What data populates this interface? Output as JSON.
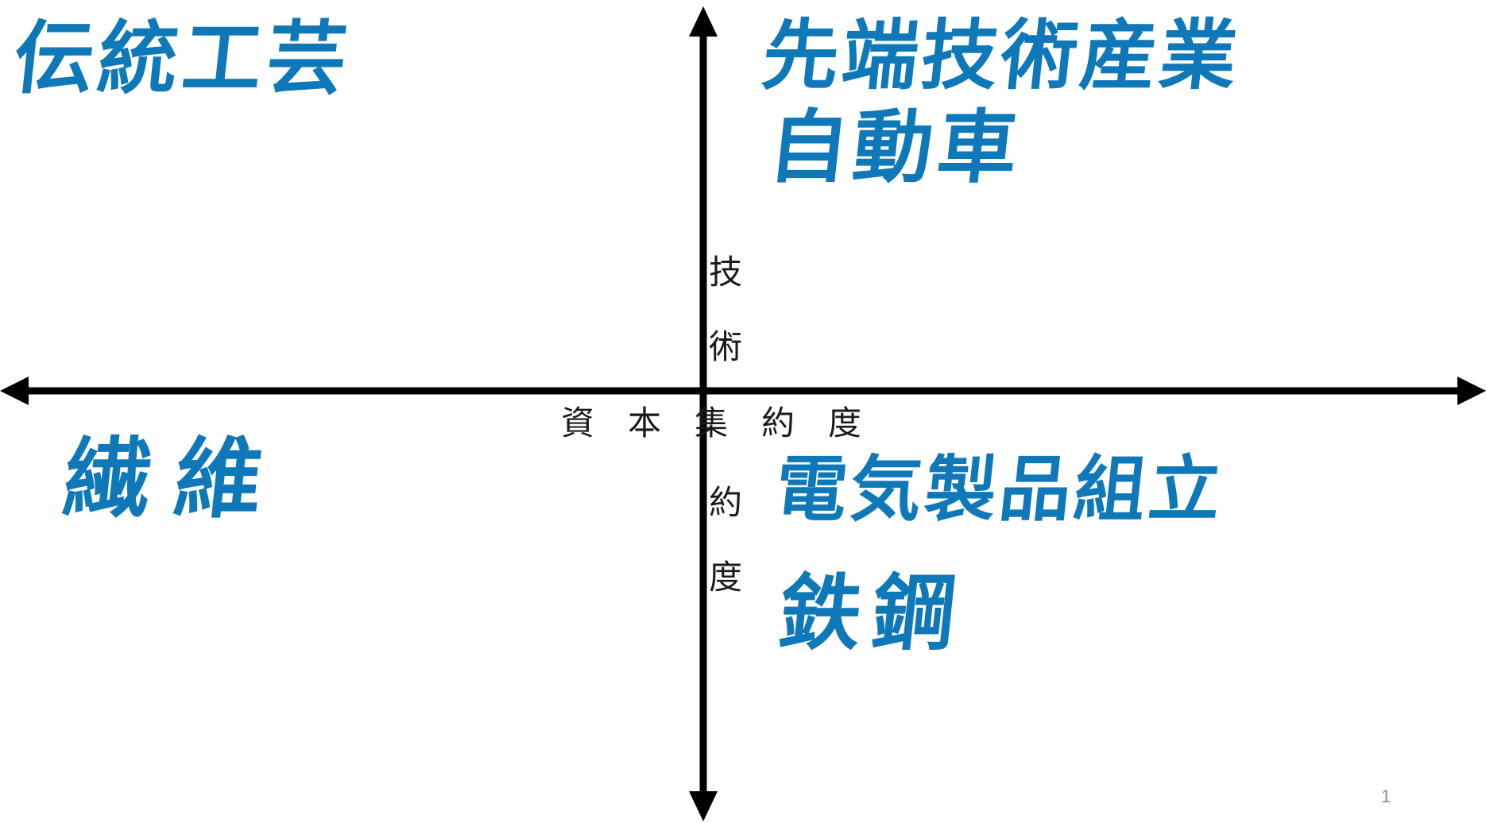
{
  "quadrants": {
    "top_left": [
      "伝統工芸"
    ],
    "top_right": [
      "先端技術産業",
      "自動車"
    ],
    "bottom_left": [
      "繊維"
    ],
    "bottom_right": [
      "電気製品組立",
      "鉄鋼"
    ]
  },
  "axes": {
    "horizontal_label": "資　本　集　約　度",
    "vertical_upper_label": [
      "技",
      "術"
    ],
    "vertical_lower_label": [
      "約",
      "度"
    ]
  },
  "page_number": "1",
  "colors": {
    "handwriting": "#0f78b8",
    "axis": "#000000",
    "text": "#1a1a1a"
  }
}
